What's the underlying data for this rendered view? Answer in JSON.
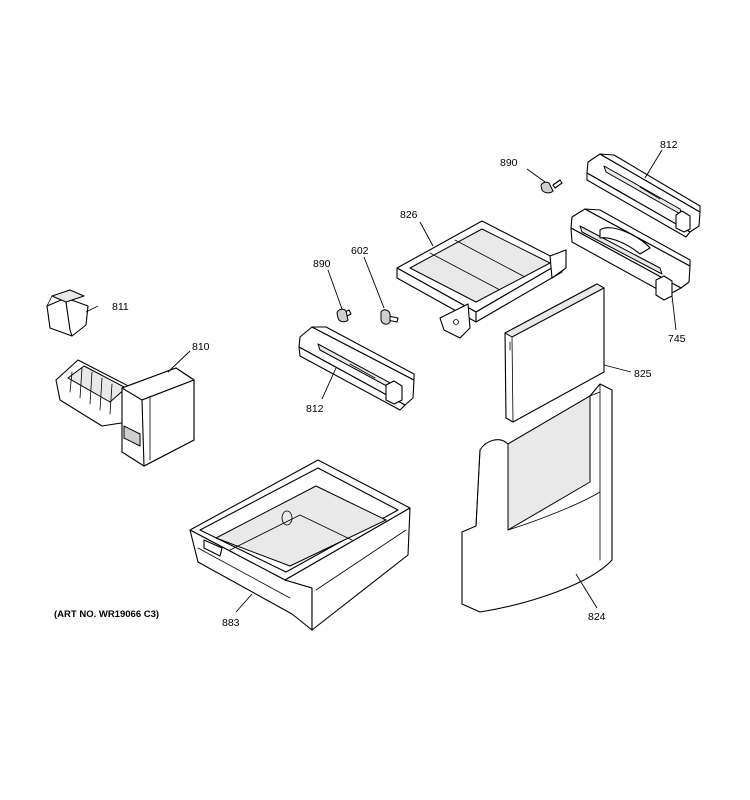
{
  "diagram": {
    "art_number": "(ART NO. WR19066 C3)",
    "callouts": {
      "p890_top": "890",
      "p812_top": "812",
      "p826": "826",
      "p890_mid": "890",
      "p602": "602",
      "p811": "811",
      "p810": "810",
      "p812_mid": "812",
      "p745": "745",
      "p825": "825",
      "p883": "883",
      "p824": "824"
    }
  }
}
